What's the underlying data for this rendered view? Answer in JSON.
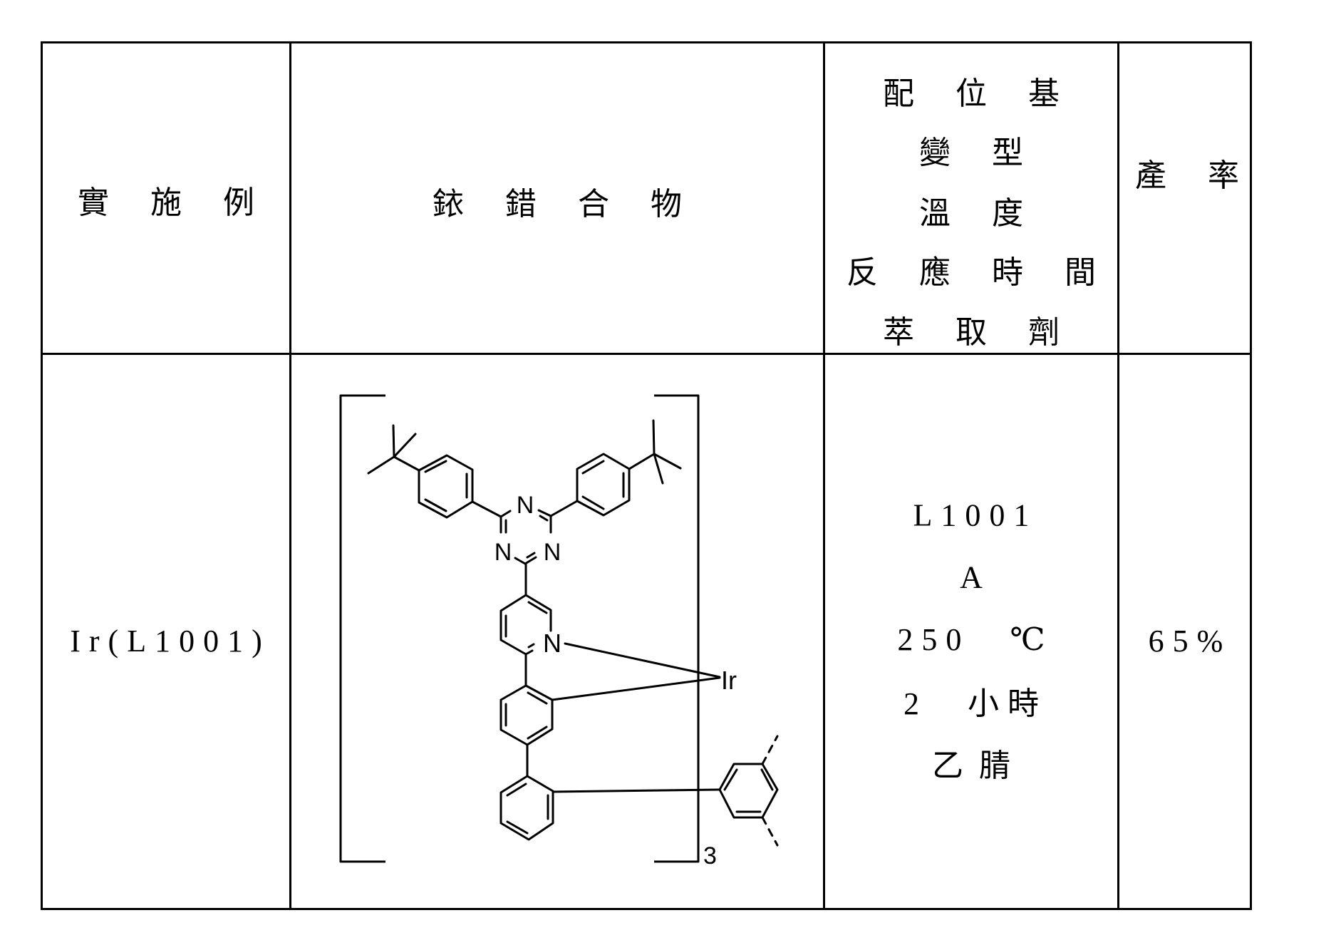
{
  "table": {
    "headers": {
      "example": "實 施 例",
      "complex": "銥 錯 合 物",
      "conditions": [
        "配 位 基",
        "變 型",
        "溫 度",
        "反 應 時 間",
        "萃 取 劑"
      ],
      "yield": "產 率"
    },
    "rows": [
      {
        "example": "Ir(L1001)",
        "complex_structure": {
          "description": "Tris-cyclometalated iridium complex: 2-phenylpyridine bearing 4,6-bis(4-tert-butylphenyl)-1,3,5-triazin-2-yl at pyridine 5-position, with biphenyl linker to a meta-phenylene bridge; bracketed ×3",
          "atom_labels": {
            "triazine_n_top": "N",
            "triazine_n_left": "N",
            "triazine_n_right": "N",
            "pyridine_n": "N",
            "metal": "Ir"
          },
          "multiplier": "3"
        },
        "conditions": {
          "ligand": "L1001",
          "variant": "A",
          "temperature": "250　℃",
          "reaction_time": "2　小時",
          "extractant": "乙腈"
        },
        "yield": "65%"
      }
    ]
  }
}
